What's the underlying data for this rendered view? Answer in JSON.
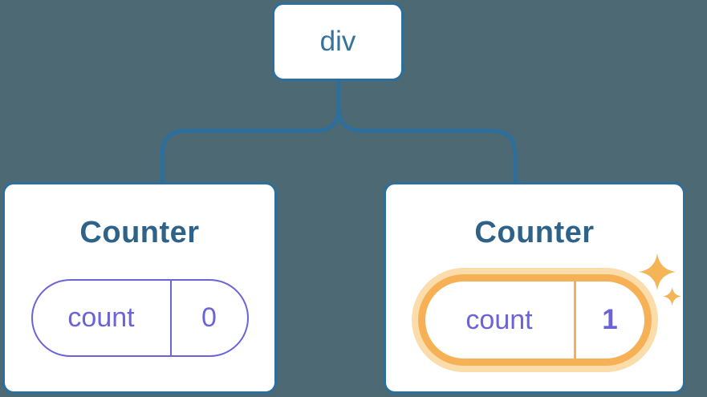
{
  "colors": {
    "canvas-bg": "#4d6973",
    "line-blue": "#2c6e9c",
    "node-text-blue": "#35729e",
    "title-blue": "#2f6288",
    "state-purple": "#6c63d9",
    "highlight-orange": "#f6b156",
    "highlight-halo": "#fbdcab",
    "sparkle-orange": "#f5b455",
    "card-bg": "#ffffff"
  },
  "tree": {
    "root": {
      "label": "div"
    },
    "children": [
      {
        "title": "Counter",
        "highlighted": false,
        "state": {
          "label": "count",
          "value": "0"
        }
      },
      {
        "title": "Counter",
        "highlighted": true,
        "state": {
          "label": "count",
          "value": "1"
        }
      }
    ]
  },
  "icons": {
    "sparkle_large": "sparkle-icon",
    "sparkle_small": "sparkle-icon"
  }
}
